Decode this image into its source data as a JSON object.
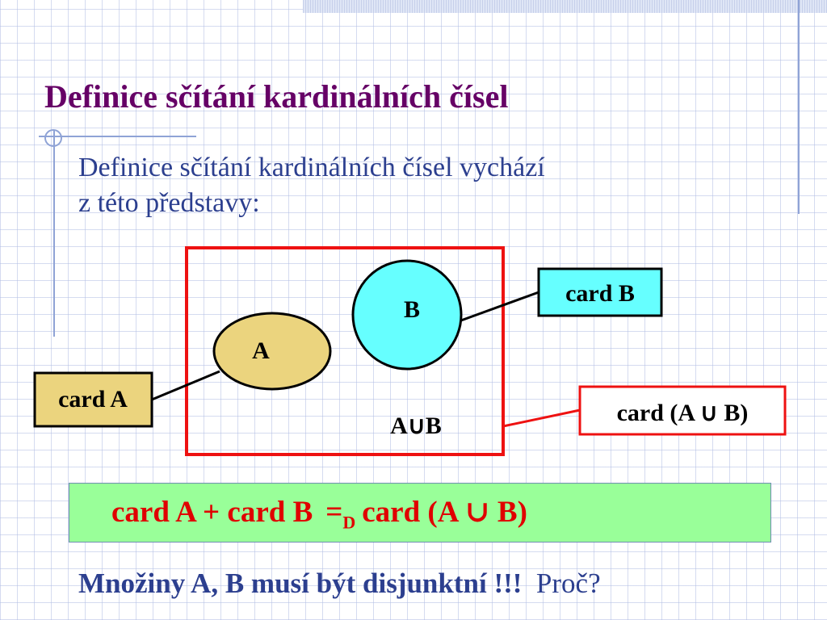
{
  "title": "Definice sčítání kardinálních čísel",
  "intro": {
    "line1": "Definice sčítání kardinálních čísel vychází",
    "line2": "z této představy:"
  },
  "diagram": {
    "set_a_label": "A",
    "set_b_label": "B",
    "union_label": "A∪B",
    "card_a": "card A",
    "card_b": "card B",
    "card_union": "card (A ∪ B)",
    "colors": {
      "set_a_fill": "#ebd47e",
      "set_b_fill": "#66ffff",
      "union_border": "#ee1111",
      "card_a_fill": "#ebd47e",
      "card_b_fill": "#66ffff",
      "card_union_fill": "#ffffff"
    }
  },
  "formula": {
    "lhs": "card A + card B",
    "op": "=",
    "op_subscript": "D",
    "rhs": "card (A ∪ B)",
    "box_color": "#99ff99",
    "text_color": "#e00000"
  },
  "conclusion": {
    "bold_text": "Množiny A, B musí být disjunktní !!!",
    "question": "Proč?"
  }
}
